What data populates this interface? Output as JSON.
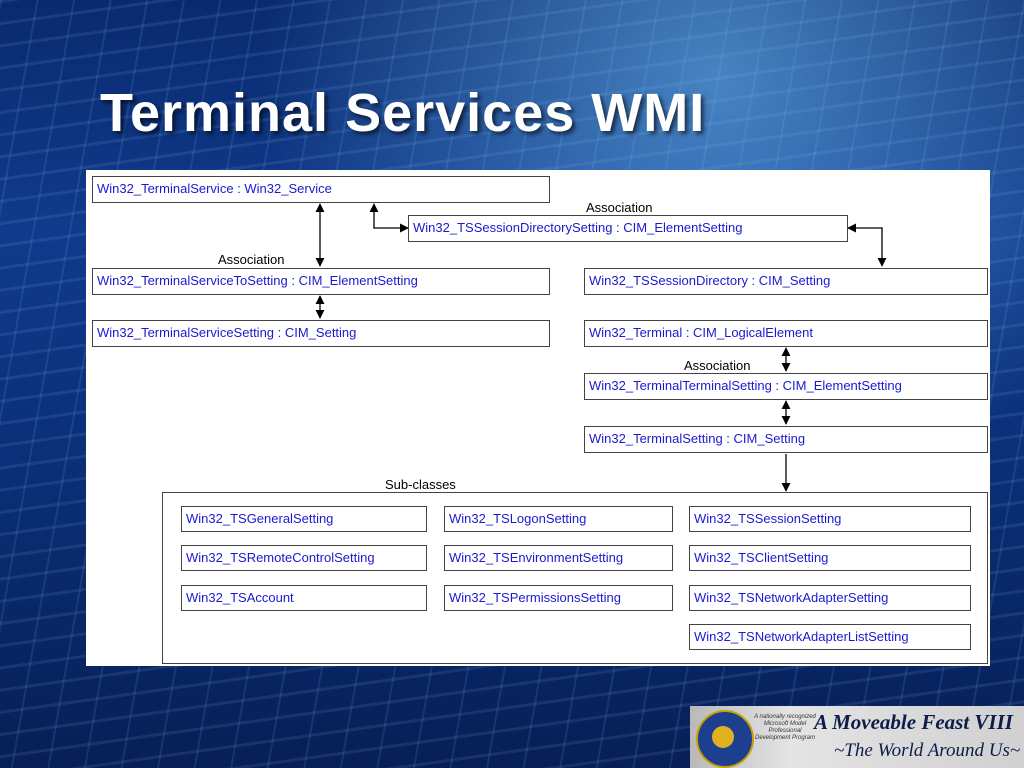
{
  "slide": {
    "title": "Terminal Services WMI"
  },
  "diagram": {
    "labels": {
      "association_1": "Association",
      "association_2": "Association",
      "association_3": "Association",
      "subclasses": "Sub-classes"
    },
    "nodes": {
      "terminal_service": "Win32_TerminalService : Win32_Service",
      "ts_session_directory_setting": "Win32_TSSessionDirectorySetting : CIM_ElementSetting",
      "terminal_service_to_setting": "Win32_TerminalServiceToSetting : CIM_ElementSetting",
      "ts_session_directory": "Win32_TSSessionDirectory : CIM_Setting",
      "terminal_service_setting": "Win32_TerminalServiceSetting : CIM_Setting",
      "terminal": "Win32_Terminal : CIM_LogicalElement",
      "terminal_terminal_setting": "Win32_TerminalTerminalSetting : CIM_ElementSetting",
      "terminal_setting": "Win32_TerminalSetting : CIM_Setting"
    },
    "subclasses": {
      "general": "Win32_TSGeneralSetting",
      "logon": "Win32_TSLogonSetting",
      "session": "Win32_TSSessionSetting",
      "remote_control": "Win32_TSRemoteControlSetting",
      "environment": "Win32_TSEnvironmentSetting",
      "client": "Win32_TSClientSetting",
      "account": "Win32_TSAccount",
      "permissions": "Win32_TSPermissionsSetting",
      "network_adapter": "Win32_TSNetworkAdapterSetting",
      "network_adapter_list": "Win32_TSNetworkAdapterListSetting"
    },
    "colors": {
      "node_text": "#1a1ad0",
      "border": "#444444"
    }
  },
  "logo": {
    "title": "A Moveable Feast VIII",
    "subtitle": "~The World Around Us~",
    "emblem_text": "A nationally recognized Microsoft Model Professional Development Program"
  }
}
